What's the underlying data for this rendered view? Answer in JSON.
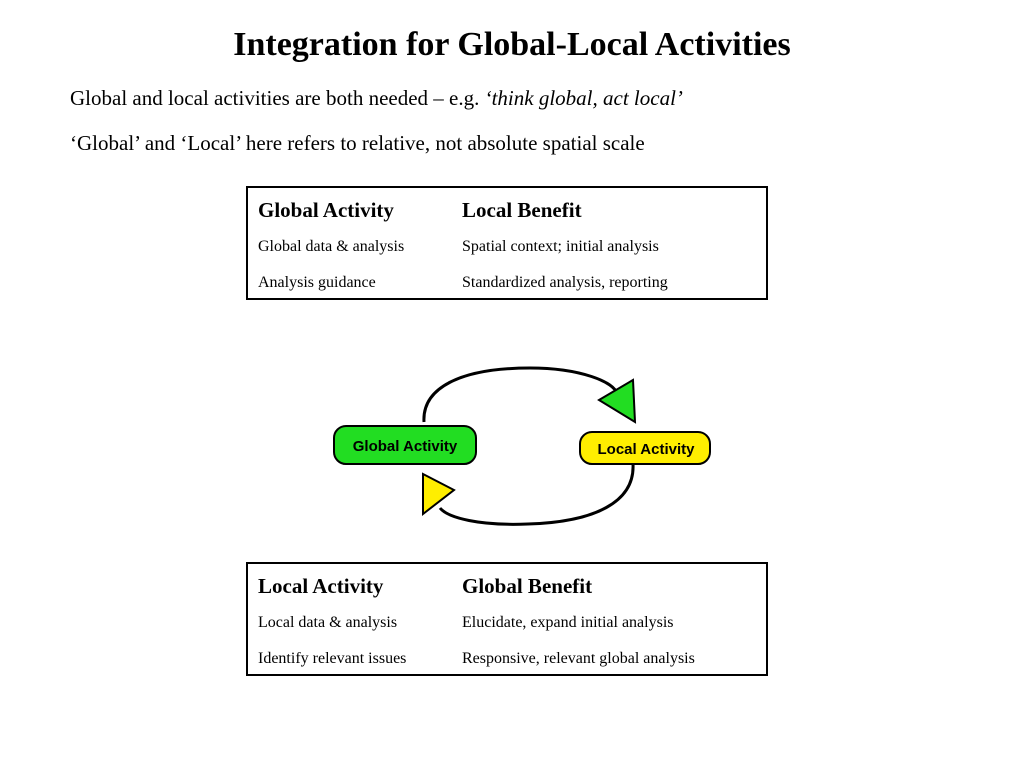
{
  "title": "Integration for Global-Local Activities",
  "intro": {
    "line1_text": "Global and local activities are both needed – e.g. ",
    "line1_italic": "‘think global, act local’",
    "line2_text": "‘Global’ and ‘Local’ here refers to relative, not absolute  spatial scale"
  },
  "table_top": {
    "headers": [
      "Global Activity",
      "Local Benefit"
    ],
    "rows": [
      [
        "Global data & analysis",
        "Spatial context; initial analysis"
      ],
      [
        "Analysis guidance",
        "Standardized analysis, reporting"
      ]
    ]
  },
  "table_bottom": {
    "headers": [
      "Local Activity",
      "Global Benefit"
    ],
    "rows": [
      [
        "Local data & analysis",
        "Elucidate, expand initial analysis"
      ],
      [
        "Identify relevant issues",
        "Responsive, relevant global analysis"
      ]
    ]
  },
  "diagram": {
    "global_label": "Global Activity",
    "local_label": "Local Activity",
    "colors": {
      "global_fill": "#22dd22",
      "local_fill": "#ffee00",
      "stroke": "#000000"
    }
  }
}
